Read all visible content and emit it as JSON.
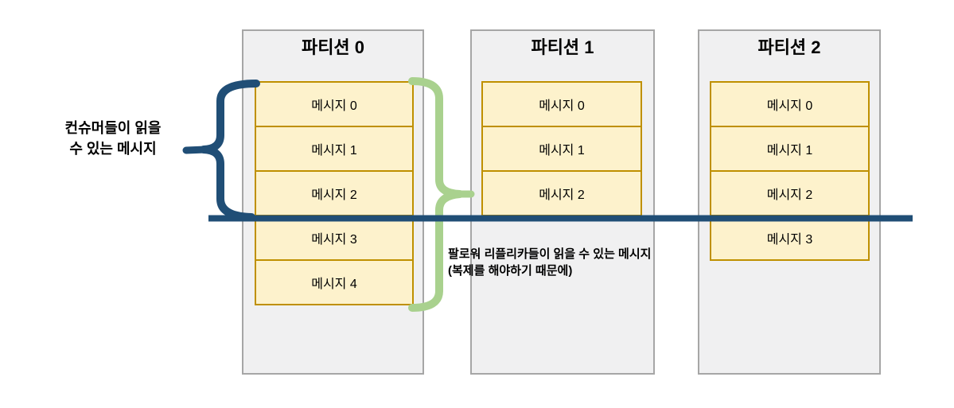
{
  "colors": {
    "consumer_marker": "#204E76",
    "replica_marker": "#A9D18E",
    "message_fill": "#FDF2CC",
    "message_border": "#BF9000",
    "partition_fill": "#F0F0F1",
    "partition_border": "#A6A6A6",
    "text": "#000000"
  },
  "partitions": [
    {
      "title": "파티션 0",
      "messages": [
        "메시지 0",
        "메시지 1",
        "메시지 2",
        "메시지 3",
        "메시지 4"
      ]
    },
    {
      "title": "파티션 1",
      "messages": [
        "메시지 0",
        "메시지 1",
        "메시지 2"
      ]
    },
    {
      "title": "파티션 2",
      "messages": [
        "메시지 0",
        "메시지 1",
        "메시지 2",
        "메시지 3"
      ]
    }
  ],
  "annotations": {
    "consumer_readable": {
      "line1": "컨슈머들이 읽을",
      "line2": "수 있는 메시지"
    },
    "replica_readable": {
      "line1": "팔로워 리플리카들이 읽을 수 있는 메시지",
      "line2": "(복제를 해야하기 때문에)"
    }
  }
}
